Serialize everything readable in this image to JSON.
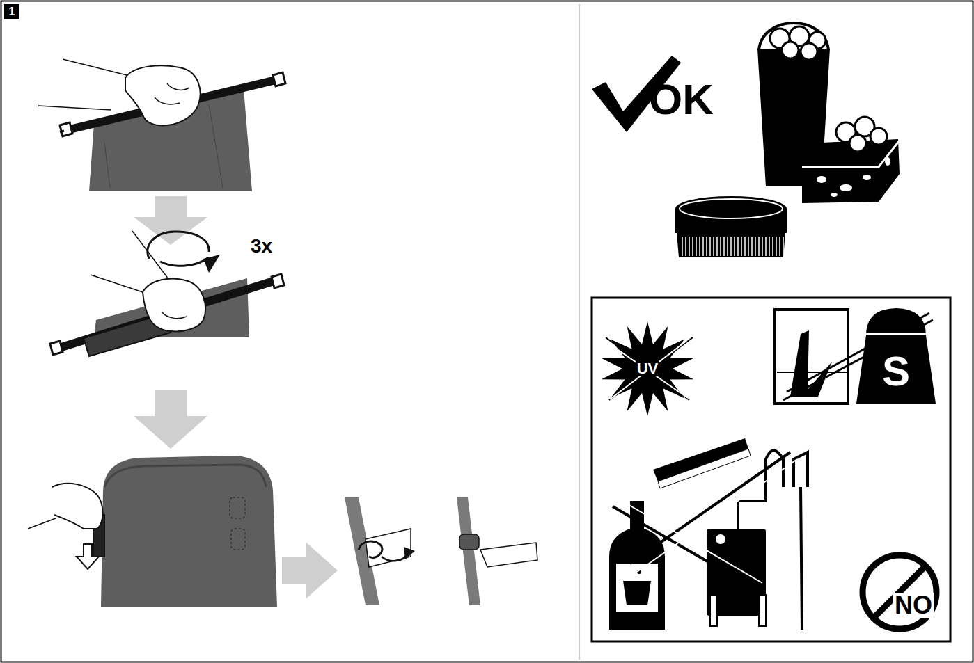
{
  "diagram": {
    "nodes": [
      {
        "text": [
          "1"
        ]
      },
      {
        "text": [
          "UV"
        ]
      },
      {
        "text": [
          "S"
        ]
      },
      {
        "text": [
          "NO"
        ]
      }
    ],
    "labels": [
      "3x",
      "OK"
    ]
  }
}
